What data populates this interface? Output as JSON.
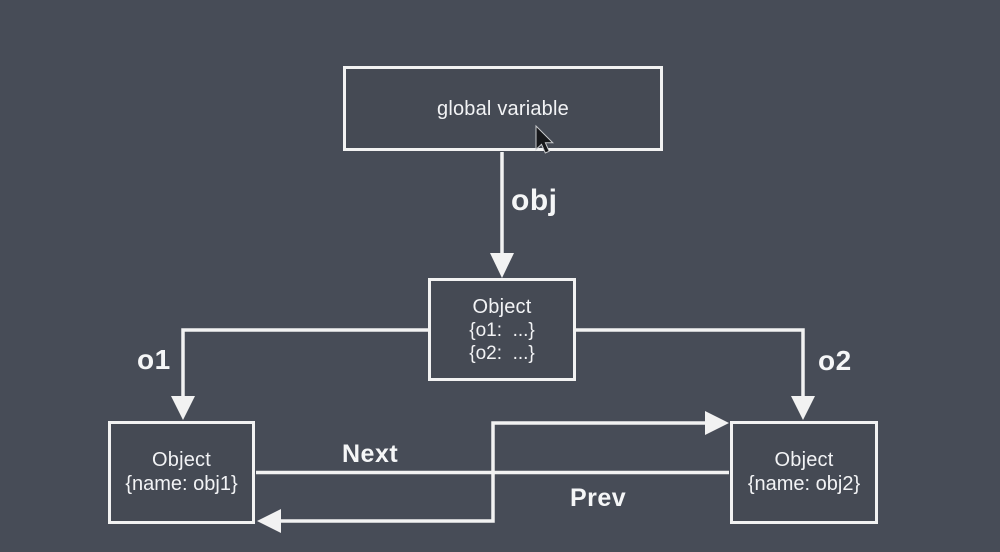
{
  "diagram": {
    "background_color": "#474c57",
    "node_fill_color": "#454a54",
    "line_color": "#f2f2f2",
    "text_color": "#f2f3f5"
  },
  "nodes": {
    "global_variable": {
      "title": "global variable"
    },
    "object_root": {
      "title": "Object",
      "lines": [
        "{o1:  ...}",
        "{o2:  ...}"
      ]
    },
    "object_obj1": {
      "title": "Object",
      "lines": [
        "{name: obj1}"
      ]
    },
    "object_obj2": {
      "title": "Object",
      "lines": [
        "{name: obj2}"
      ]
    }
  },
  "edge_labels": {
    "obj": "obj",
    "o1": "o1",
    "o2": "o2",
    "next": "Next",
    "prev": "Prev"
  }
}
